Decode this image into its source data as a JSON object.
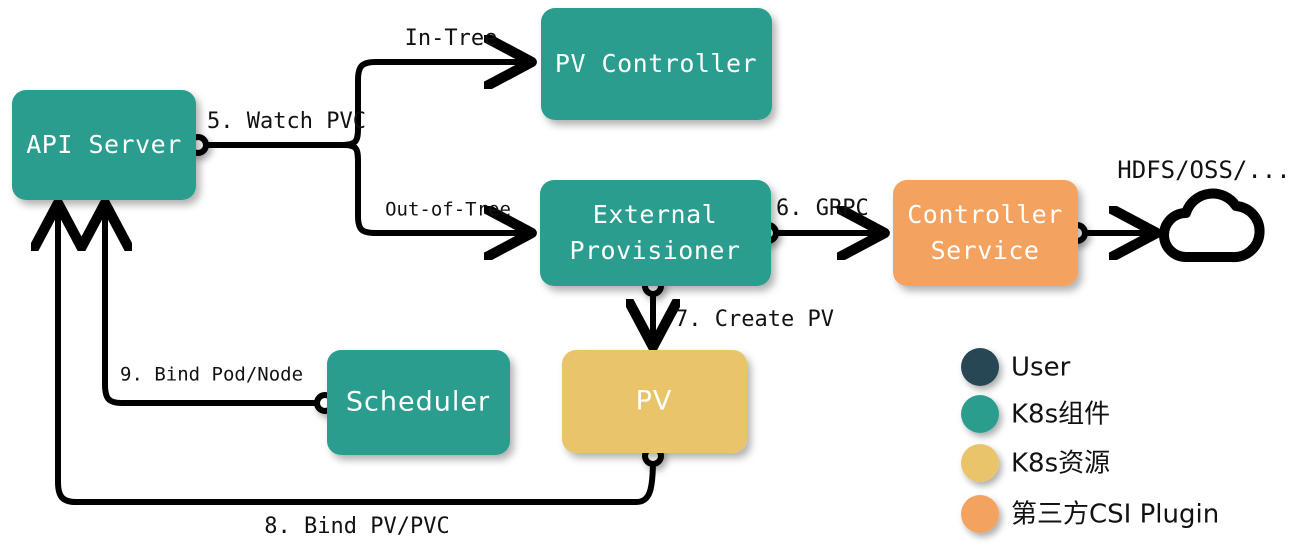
{
  "diagram": {
    "title": "Kubernetes CSI Volume Provisioning Flow",
    "colors": {
      "user": "#264653",
      "k8s_component": "#2a9d8f",
      "k8s_resource": "#e9c46a",
      "csi_plugin": "#f4a261",
      "wire": "#000000",
      "text_dark": "#121212",
      "text_light": "#ffffff",
      "background": "#ffffff"
    },
    "nodes": [
      {
        "id": "api-server",
        "label": "API Server",
        "type": "k8s_component"
      },
      {
        "id": "pv-controller",
        "label": "PV Controller",
        "type": "k8s_component"
      },
      {
        "id": "external-provisioner",
        "label": "External\nProvisioner",
        "line1": "External",
        "line2": "Provisioner",
        "type": "k8s_component"
      },
      {
        "id": "controller-service",
        "label": "Controller\nService",
        "line1": "Controller",
        "line2": "Service",
        "type": "csi_plugin"
      },
      {
        "id": "scheduler",
        "label": "Scheduler",
        "type": "k8s_component"
      },
      {
        "id": "pv",
        "label": "PV",
        "type": "k8s_resource"
      },
      {
        "id": "storage-cloud",
        "label": "HDFS/OSS/...",
        "type": "external_storage"
      }
    ],
    "edges": [
      {
        "id": "watch-pvc",
        "label": "5. Watch PVC",
        "from": "api-server",
        "to": "branch"
      },
      {
        "id": "in-tree",
        "label": "In-Tree",
        "from": "branch",
        "to": "pv-controller"
      },
      {
        "id": "out-of-tree",
        "label": "Out-of-Tree",
        "from": "branch",
        "to": "external-provisioner"
      },
      {
        "id": "grpc",
        "label": "6. GRPC",
        "from": "external-provisioner",
        "to": "controller-service"
      },
      {
        "id": "storage-link",
        "label": "",
        "from": "controller-service",
        "to": "storage-cloud"
      },
      {
        "id": "create-pv",
        "label": "7. Create PV",
        "from": "external-provisioner",
        "to": "pv"
      },
      {
        "id": "bind-pv-pvc",
        "label": "8. Bind PV/PVC",
        "from": "pv",
        "to": "api-server"
      },
      {
        "id": "bind-pod-node",
        "label": "9. Bind Pod/Node",
        "from": "scheduler",
        "to": "api-server"
      }
    ],
    "legend": {
      "items": [
        {
          "id": "legend-user",
          "label": "User",
          "color": "#264653"
        },
        {
          "id": "legend-component",
          "label": "K8s组件",
          "color": "#2a9d8f"
        },
        {
          "id": "legend-resource",
          "label": "K8s资源",
          "color": "#e9c46a"
        },
        {
          "id": "legend-csi-plugin",
          "label": "第三方CSI Plugin",
          "color": "#f4a261"
        }
      ]
    }
  }
}
